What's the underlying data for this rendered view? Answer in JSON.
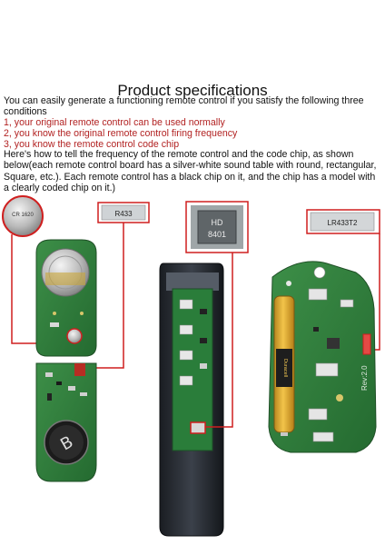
{
  "title": "Product specifications",
  "intro": "You can easily generate a functioning remote control if you satisfy the following three conditions",
  "conditions": [
    "1, your original remote control can be used normally",
    "2, you know the original remote control firing frequency",
    "3, you know the remote control code chip"
  ],
  "howto": "Here's how to tell the frequency of the remote control and the code chip, as shown below(each remote control board has a silver-white sound table with round, rectangular, Square, etc.). Each remote control has a black chip on it, and the chip has a model with a clearly coded chip on it.)",
  "labels": {
    "battery_code": "CR 1620",
    "chip_left": "R433",
    "chip_mid_line1": "HD",
    "chip_mid_line2": "8401",
    "chip_right": "LR433T2",
    "aaa_brand": "Duracell",
    "board_rev": "Rev:2.0"
  },
  "colors": {
    "accent_red": "#c0201e",
    "board_green": "#2f7d3a",
    "text_red": "#b22222"
  }
}
